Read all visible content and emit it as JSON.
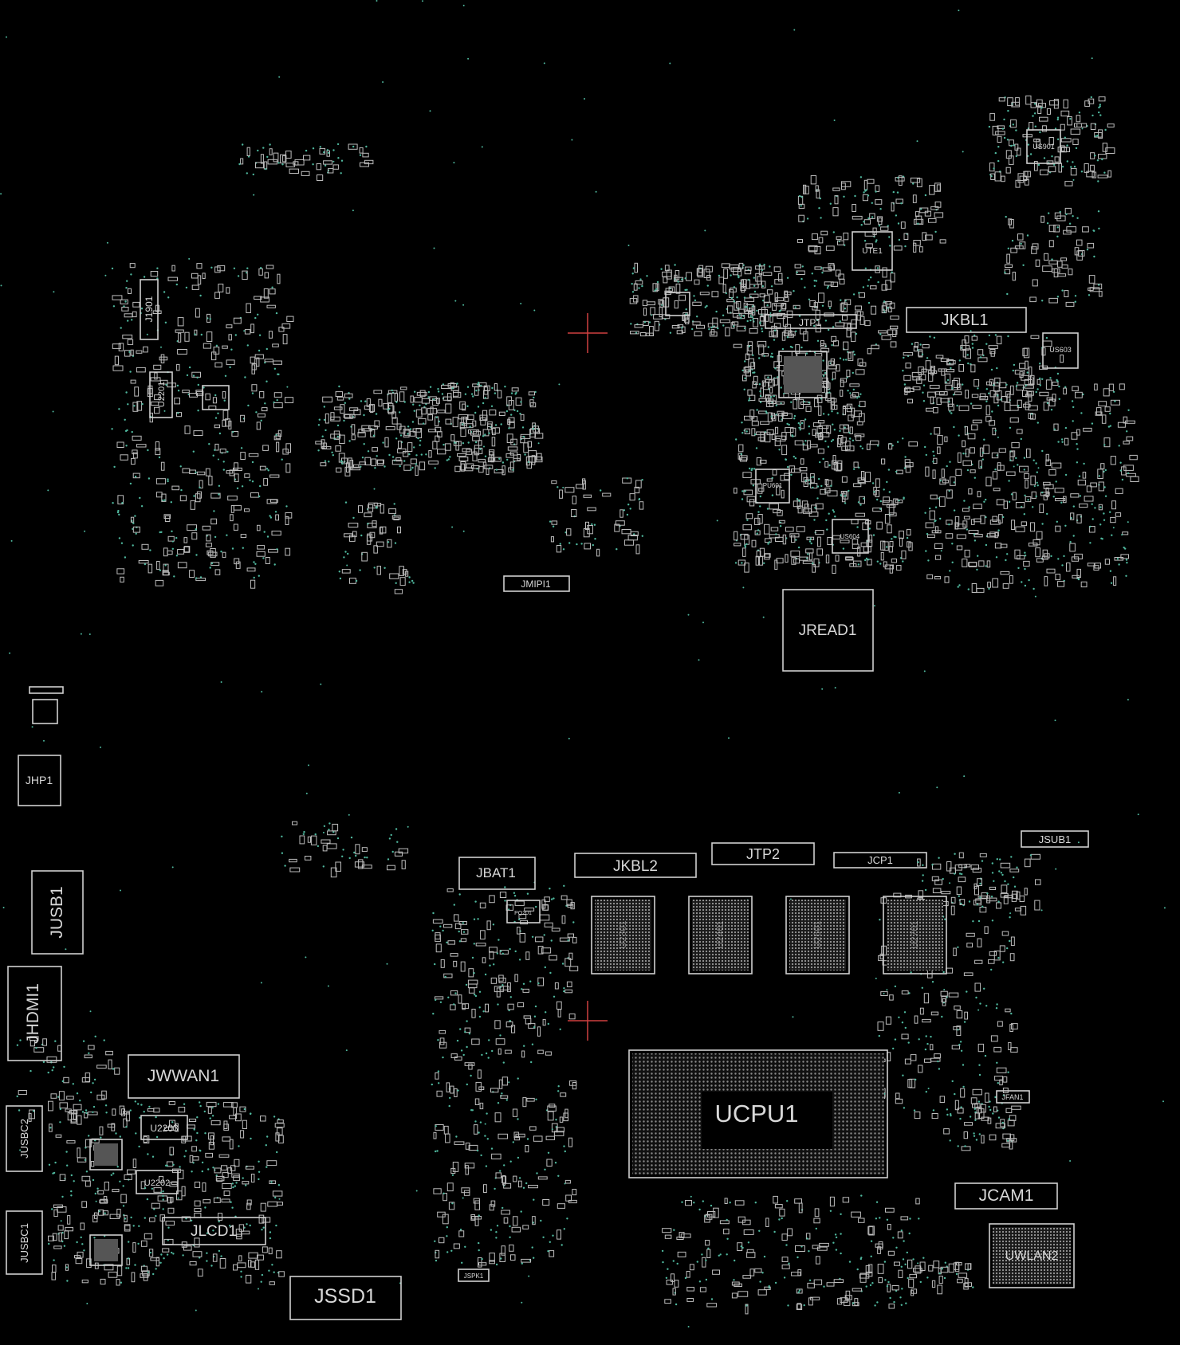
{
  "colors": {
    "background": "#000000",
    "outline": "#d0d0d0",
    "pad": "#bdbdbd",
    "via": "#4fb89e",
    "crosshair": "#d04040"
  },
  "connectors": {
    "jread1": "JREAD1",
    "jkbl1": "JKBL1",
    "jtp1": "JTP1",
    "jmipi1": "JMIPI1",
    "j1901": "J1901",
    "u2201": "U2201",
    "jhp1": "JHP1",
    "jusb1": "JUSB1",
    "jhdmi1": "JHDMI1",
    "jusbc2": "JUSBC2",
    "jusbc1": "JUSBC1",
    "jwwan1": "JWWAN1",
    "u2203": "U2203",
    "u2202": "U2202",
    "jlcd1": "JLCD1",
    "jssd1": "JSSD1",
    "jbat1": "JBAT1",
    "jkbl2": "JKBL2",
    "jtp2": "JTP2",
    "jcp1": "JCP1",
    "jsub1": "JSUB1",
    "ucpu1": "UCPU1",
    "jcam1": "JCAM1",
    "uwlan2": "UWLAN2",
    "jfan1": "JFAN1",
    "jspk1": "JSPK1",
    "u2301": "U2301",
    "u2401": "U2401",
    "u2601": "U2601",
    "u2701": "U2701",
    "ute1": "UTE1",
    "us901": "US901",
    "us603": "US603",
    "us604": "US604",
    "pu601": "PU601",
    "pq201": "PQ201"
  }
}
